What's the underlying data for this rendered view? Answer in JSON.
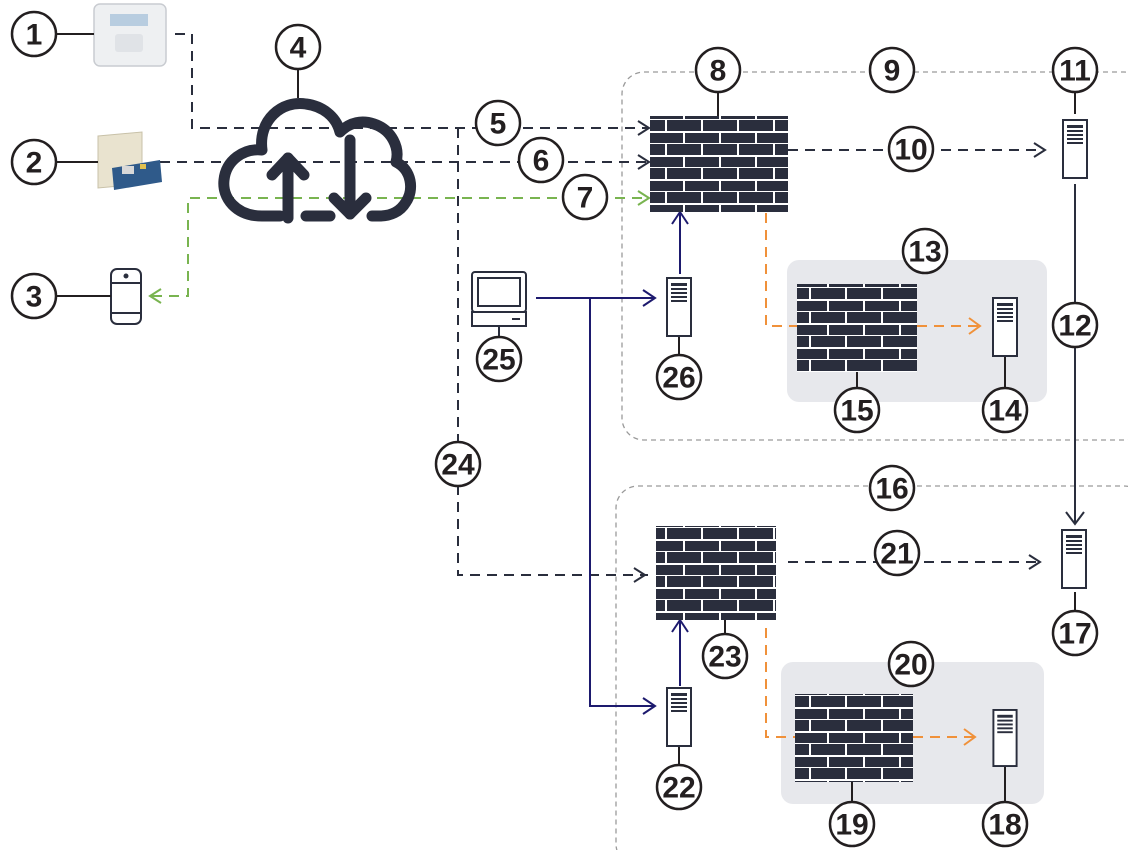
{
  "colors": {
    "dark": "#2a2e3d",
    "ink": "#231f20",
    "green": "#79b450",
    "orange": "#f0913a",
    "navy": "#1d1a6e",
    "zone": "#e7e8ec",
    "border": "#9a9a9a"
  },
  "callouts": {
    "c1": "1",
    "c2": "2",
    "c3": "3",
    "c4": "4",
    "c5": "5",
    "c6": "6",
    "c7": "7",
    "c8": "8",
    "c9": "9",
    "c10": "10",
    "c11": "11",
    "c12": "12",
    "c13": "13",
    "c14": "14",
    "c15": "15",
    "c16": "16",
    "c17": "17",
    "c18": "18",
    "c19": "19",
    "c20": "20",
    "c21": "21",
    "c22": "22",
    "c23": "23",
    "c24": "24",
    "c25": "25",
    "c26": "26"
  },
  "icons": {
    "alarm_panel": "wireless-alarm-panel-icon",
    "control_panel": "hardwired-control-panel-icon",
    "mobile": "smartphone-icon",
    "cloud": "cloud-upload-download-icon",
    "firewall": "firewall-brick-icon",
    "server": "server-icon",
    "workstation": "computer-workstation-icon"
  }
}
